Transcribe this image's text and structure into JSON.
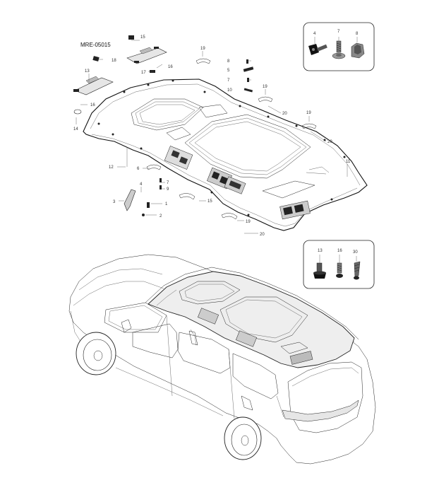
{
  "reference_code": "MRE-05015",
  "callouts": [
    {
      "id": "c1",
      "text": "1"
    },
    {
      "id": "c2",
      "text": "2"
    },
    {
      "id": "c3",
      "text": "3"
    },
    {
      "id": "c4",
      "text": "4"
    },
    {
      "id": "c5",
      "text": "5"
    },
    {
      "id": "c6",
      "text": "6"
    },
    {
      "id": "c7",
      "text": "7"
    },
    {
      "id": "c8",
      "text": "8"
    },
    {
      "id": "c9",
      "text": "9"
    },
    {
      "id": "c10",
      "text": "10"
    },
    {
      "id": "c11",
      "text": "11"
    },
    {
      "id": "c12",
      "text": "12"
    },
    {
      "id": "c13",
      "text": "13"
    },
    {
      "id": "c14",
      "text": "14"
    },
    {
      "id": "c15",
      "text": "15"
    },
    {
      "id": "c16",
      "text": "16"
    },
    {
      "id": "c17",
      "text": "17"
    },
    {
      "id": "c18",
      "text": "18"
    },
    {
      "id": "c19",
      "text": "19"
    },
    {
      "id": "c20",
      "text": "20"
    },
    {
      "id": "c30",
      "text": "30"
    }
  ]
}
